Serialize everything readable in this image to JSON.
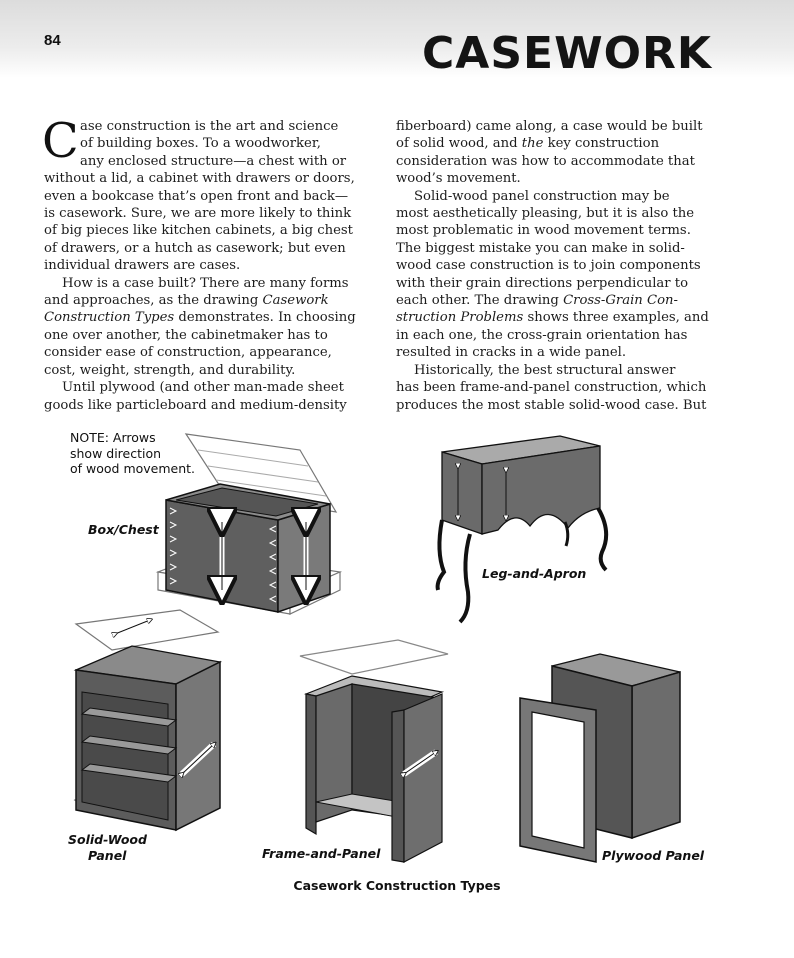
{
  "header": {
    "page_number": "84",
    "title": "CASEWORK"
  },
  "body": {
    "dropcap": "C",
    "left_column": [
      "ase construction is the art and science",
      "of building boxes. To a woodworker,",
      "any enclosed structure—a chest with or",
      "without a lid, a cabinet with drawers or doors,",
      "even a bookcase that’s open front and back—",
      "is casework. Sure, we are more likely to think",
      "of big pieces like kitchen cabinets, a big chest",
      "of drawers, or a hutch as casework; but even",
      "individual drawers are cases.",
      "How is a case built? There are many forms",
      "and approaches, as the drawing",
      "Casework",
      "Construction Types",
      "demonstrates. In choosing",
      "one over another, the cabinetmaker has to",
      "consider ease of construction, appearance,",
      "cost, weight, strength, and durability.",
      "Until plywood (and other man-made sheet",
      "goods like particleboard and medium-density"
    ],
    "right_column": [
      "fiberboard) came along, a case would be built",
      "of solid wood, and",
      "the",
      "key construction",
      "consideration was how to accommodate that",
      "wood’s movement.",
      "Solid-wood panel construction may be",
      "most aesthetically pleasing, but it is also the",
      "most problematic in wood movement terms.",
      "The biggest mistake you can make in solid-",
      "wood case construction is to join components",
      "with their grain directions perpendicular to",
      "each other. The drawing",
      "Cross-Grain Con-",
      "struction Problems",
      "shows three examples, and",
      "in each one, the cross-grain orientation has",
      "resulted in cracks in a wide panel.",
      "Historically, the best structural answer",
      "has been frame-and-panel construction, which",
      "produces the most stable solid-wood case. But"
    ]
  },
  "figure": {
    "note": [
      "NOTE: Arrows",
      "show direction",
      "of wood movement."
    ],
    "labels": {
      "box_chest": "Box/Chest",
      "leg_and_apron": "Leg-and-Apron",
      "solid_wood_1": "Solid-Wood",
      "solid_wood_2": "Panel",
      "frame_and_panel": "Frame-and-Panel",
      "plywood_panel": "Plywood Panel"
    },
    "caption": "Casework Construction Types"
  },
  "colors": {
    "wood_dark": "#5a5a5a",
    "wood_mid": "#7a7a7a",
    "wood_light": "#a9a9a9",
    "outline": "#111111",
    "header_band": "#e3e3e3"
  }
}
